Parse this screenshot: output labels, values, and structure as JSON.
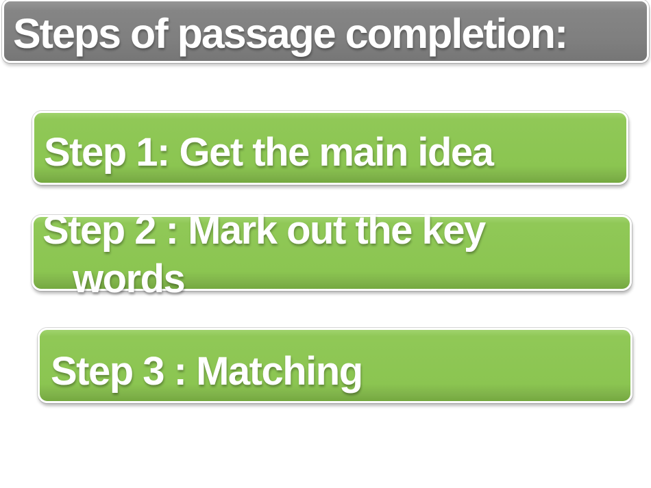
{
  "slide": {
    "background_color": "#ffffff"
  },
  "header": {
    "title": "Steps of passage completion:",
    "fill_color": "#7f7f7f",
    "border_color": "#ffffff",
    "text_color": "#ffffff"
  },
  "steps": [
    {
      "label": "Step 1: Get the main idea"
    },
    {
      "label": "Step 2 : Mark out the key words",
      "label_lines": [
        "Step 2 : Mark out the key",
        "words"
      ]
    },
    {
      "label": "Step 3 : Matching"
    }
  ],
  "colors": {
    "step_fill": "#8bc551",
    "step_fill_light": "#a0d36d",
    "step_fill_dark": "#74a83f",
    "box_border": "#ffffff",
    "text": "#ffffff"
  }
}
